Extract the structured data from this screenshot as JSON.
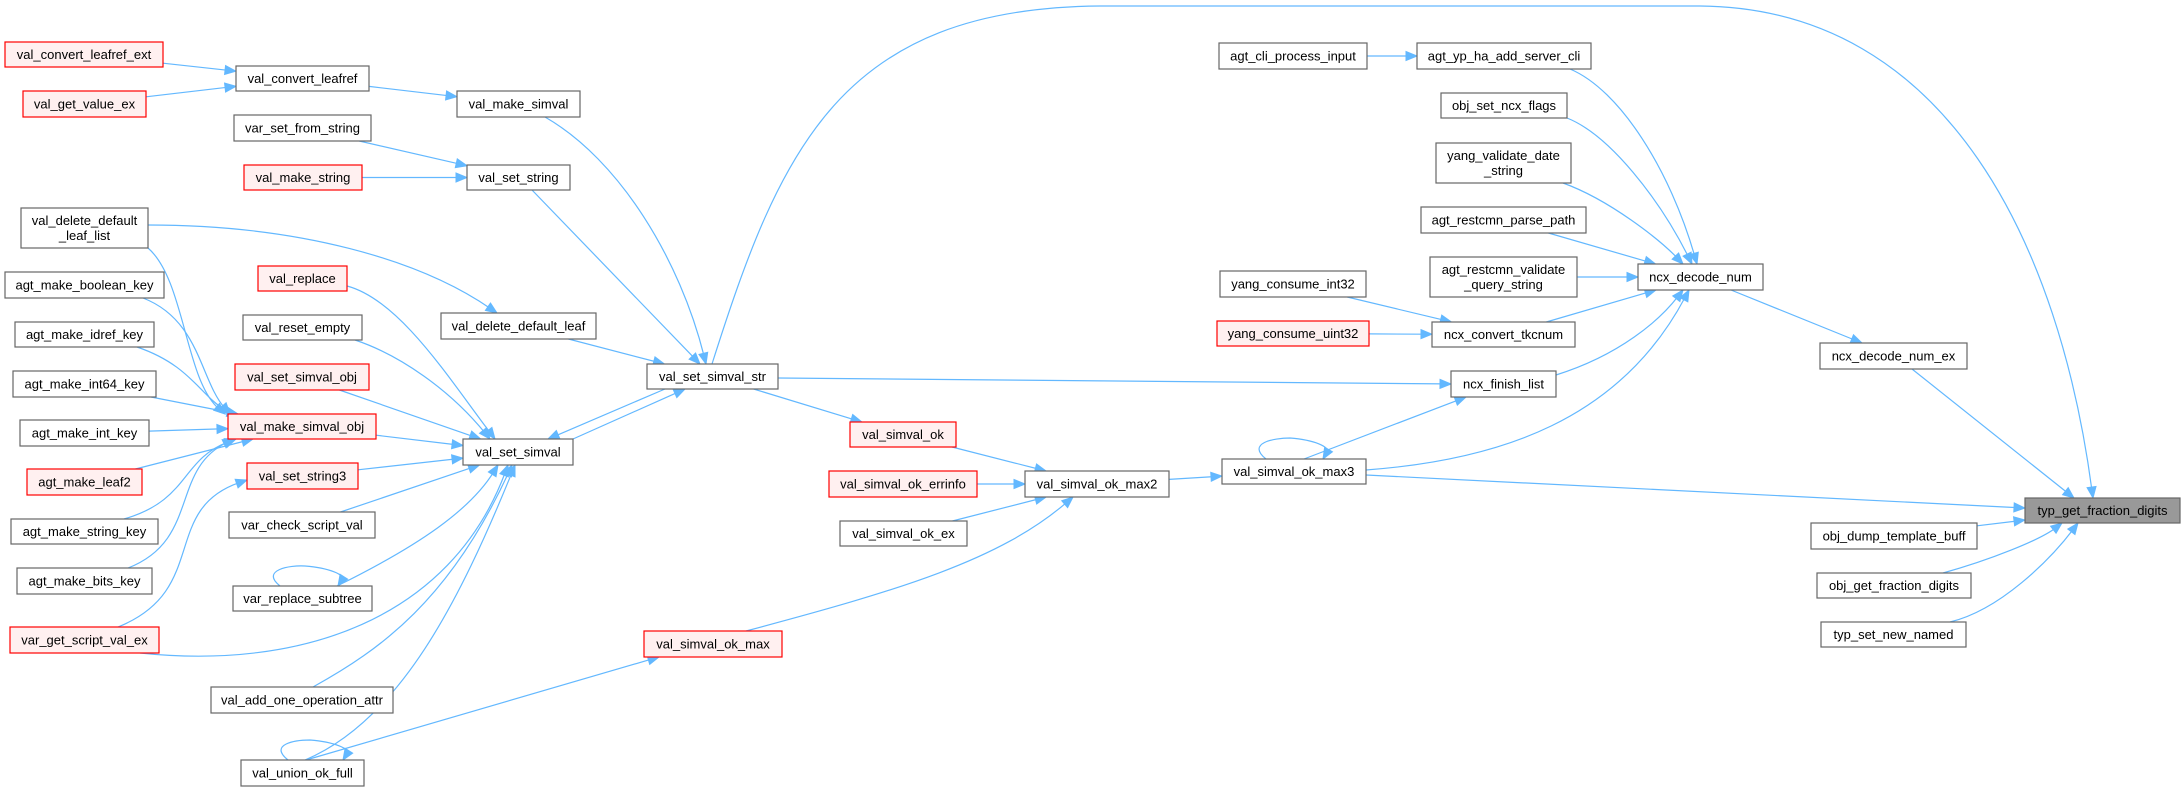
{
  "diagram": {
    "type": "call-graph",
    "focus_node": "typ_get_fraction_digits",
    "colors": {
      "edge": "#63B8FF",
      "node_border": "#666666",
      "node_fill": "#FFFFFF",
      "incomplete_border": "#FF0000",
      "incomplete_fill": "#FFF0F0",
      "focus_fill": "#999999"
    },
    "nodes": [
      {
        "id": "val_convert_leafref_ext",
        "label": [
          "val_convert_leafref_ext"
        ],
        "style": "incomplete"
      },
      {
        "id": "val_get_value_ex",
        "label": [
          "val_get_value_ex"
        ],
        "style": "incomplete"
      },
      {
        "id": "val_convert_leafref",
        "label": [
          "val_convert_leafref"
        ],
        "style": "normal"
      },
      {
        "id": "val_make_simval",
        "label": [
          "val_make_simval"
        ],
        "style": "normal"
      },
      {
        "id": "var_set_from_string",
        "label": [
          "var_set_from_string"
        ],
        "style": "normal"
      },
      {
        "id": "val_make_string",
        "label": [
          "val_make_string"
        ],
        "style": "incomplete"
      },
      {
        "id": "val_set_string",
        "label": [
          "val_set_string"
        ],
        "style": "normal"
      },
      {
        "id": "val_delete_default_leaf_list",
        "label": [
          "val_delete_default",
          "_leaf_list"
        ],
        "style": "normal"
      },
      {
        "id": "agt_make_boolean_key",
        "label": [
          "agt_make_boolean_key"
        ],
        "style": "normal"
      },
      {
        "id": "val_replace",
        "label": [
          "val_replace"
        ],
        "style": "incomplete"
      },
      {
        "id": "val_delete_default_leaf",
        "label": [
          "val_delete_default_leaf"
        ],
        "style": "normal"
      },
      {
        "id": "agt_make_idref_key",
        "label": [
          "agt_make_idref_key"
        ],
        "style": "normal"
      },
      {
        "id": "val_reset_empty",
        "label": [
          "val_reset_empty"
        ],
        "style": "normal"
      },
      {
        "id": "agt_make_int64_key",
        "label": [
          "agt_make_int64_key"
        ],
        "style": "normal"
      },
      {
        "id": "val_set_simval_obj",
        "label": [
          "val_set_simval_obj"
        ],
        "style": "incomplete"
      },
      {
        "id": "val_make_simval_obj",
        "label": [
          "val_make_simval_obj"
        ],
        "style": "incomplete"
      },
      {
        "id": "agt_make_int_key",
        "label": [
          "agt_make_int_key"
        ],
        "style": "normal"
      },
      {
        "id": "val_set_simval",
        "label": [
          "val_set_simval"
        ],
        "style": "normal"
      },
      {
        "id": "agt_make_leaf2",
        "label": [
          "agt_make_leaf2"
        ],
        "style": "incomplete"
      },
      {
        "id": "val_set_string3",
        "label": [
          "val_set_string3"
        ],
        "style": "incomplete"
      },
      {
        "id": "agt_make_string_key",
        "label": [
          "agt_make_string_key"
        ],
        "style": "normal"
      },
      {
        "id": "var_check_script_val",
        "label": [
          "var_check_script_val"
        ],
        "style": "normal"
      },
      {
        "id": "agt_make_bits_key",
        "label": [
          "agt_make_bits_key"
        ],
        "style": "normal"
      },
      {
        "id": "var_replace_subtree",
        "label": [
          "var_replace_subtree"
        ],
        "style": "normal"
      },
      {
        "id": "var_get_script_val_ex",
        "label": [
          "var_get_script_val_ex"
        ],
        "style": "incomplete"
      },
      {
        "id": "val_add_one_operation_attr",
        "label": [
          "val_add_one_operation_attr"
        ],
        "style": "normal"
      },
      {
        "id": "val_union_ok_full",
        "label": [
          "val_union_ok_full"
        ],
        "style": "normal"
      },
      {
        "id": "val_set_simval_str",
        "label": [
          "val_set_simval_str"
        ],
        "style": "normal"
      },
      {
        "id": "val_simval_ok",
        "label": [
          "val_simval_ok"
        ],
        "style": "incomplete"
      },
      {
        "id": "val_simval_ok_errinfo",
        "label": [
          "val_simval_ok_errinfo"
        ],
        "style": "incomplete"
      },
      {
        "id": "val_simval_ok_max2",
        "label": [
          "val_simval_ok_max2"
        ],
        "style": "normal"
      },
      {
        "id": "val_simval_ok_ex",
        "label": [
          "val_simval_ok_ex"
        ],
        "style": "normal"
      },
      {
        "id": "val_simval_ok_max",
        "label": [
          "val_simval_ok_max"
        ],
        "style": "incomplete"
      },
      {
        "id": "agt_cli_process_input",
        "label": [
          "agt_cli_process_input"
        ],
        "style": "normal"
      },
      {
        "id": "agt_yp_ha_add_server_cli",
        "label": [
          "agt_yp_ha_add_server_cli"
        ],
        "style": "normal"
      },
      {
        "id": "obj_set_ncx_flags",
        "label": [
          "obj_set_ncx_flags"
        ],
        "style": "normal"
      },
      {
        "id": "yang_validate_date_string",
        "label": [
          "yang_validate_date",
          "_string"
        ],
        "style": "normal"
      },
      {
        "id": "agt_restcmn_parse_path",
        "label": [
          "agt_restcmn_parse_path"
        ],
        "style": "normal"
      },
      {
        "id": "agt_restcmn_validate_query_string",
        "label": [
          "agt_restcmn_validate",
          "_query_string"
        ],
        "style": "normal"
      },
      {
        "id": "ncx_decode_num",
        "label": [
          "ncx_decode_num"
        ],
        "style": "normal"
      },
      {
        "id": "yang_consume_int32",
        "label": [
          "yang_consume_int32"
        ],
        "style": "normal"
      },
      {
        "id": "yang_consume_uint32",
        "label": [
          "yang_consume_uint32"
        ],
        "style": "incomplete"
      },
      {
        "id": "ncx_convert_tkcnum",
        "label": [
          "ncx_convert_tkcnum"
        ],
        "style": "normal"
      },
      {
        "id": "ncx_finish_list",
        "label": [
          "ncx_finish_list"
        ],
        "style": "normal"
      },
      {
        "id": "val_simval_ok_max3",
        "label": [
          "val_simval_ok_max3"
        ],
        "style": "normal"
      },
      {
        "id": "ncx_decode_num_ex",
        "label": [
          "ncx_decode_num_ex"
        ],
        "style": "normal"
      },
      {
        "id": "typ_get_fraction_digits",
        "label": [
          "typ_get_fraction_digits"
        ],
        "style": "focus"
      },
      {
        "id": "obj_dump_template_buff",
        "label": [
          "obj_dump_template_buff"
        ],
        "style": "normal"
      },
      {
        "id": "obj_get_fraction_digits",
        "label": [
          "obj_get_fraction_digits"
        ],
        "style": "normal"
      },
      {
        "id": "typ_set_new_named",
        "label": [
          "typ_set_new_named"
        ],
        "style": "normal"
      }
    ],
    "edges": [
      {
        "from": "val_convert_leafref_ext",
        "to": "val_convert_leafref"
      },
      {
        "from": "val_get_value_ex",
        "to": "val_convert_leafref"
      },
      {
        "from": "val_convert_leafref",
        "to": "val_make_simval"
      },
      {
        "from": "val_make_simval",
        "to": "val_set_simval_str"
      },
      {
        "from": "var_set_from_string",
        "to": "val_set_string"
      },
      {
        "from": "val_make_string",
        "to": "val_set_string"
      },
      {
        "from": "val_set_string",
        "to": "val_set_simval_str"
      },
      {
        "from": "val_delete_default_leaf_list",
        "to": "val_delete_default_leaf"
      },
      {
        "from": "val_delete_default_leaf_list",
        "to": "val_make_simval_obj"
      },
      {
        "from": "val_delete_default_leaf",
        "to": "val_set_simval_str"
      },
      {
        "from": "agt_make_boolean_key",
        "to": "val_make_simval_obj"
      },
      {
        "from": "agt_make_idref_key",
        "to": "val_make_simval_obj"
      },
      {
        "from": "agt_make_int64_key",
        "to": "val_make_simval_obj"
      },
      {
        "from": "agt_make_int_key",
        "to": "val_make_simval_obj"
      },
      {
        "from": "agt_make_leaf2",
        "to": "val_make_simval_obj"
      },
      {
        "from": "agt_make_string_key",
        "to": "val_make_simval_obj"
      },
      {
        "from": "agt_make_bits_key",
        "to": "val_make_simval_obj"
      },
      {
        "from": "var_get_script_val_ex",
        "to": "val_set_string3"
      },
      {
        "from": "var_get_script_val_ex",
        "to": "val_set_simval"
      },
      {
        "from": "val_replace",
        "to": "val_set_simval"
      },
      {
        "from": "val_reset_empty",
        "to": "val_set_simval"
      },
      {
        "from": "val_set_simval_obj",
        "to": "val_set_simval"
      },
      {
        "from": "val_make_simval_obj",
        "to": "val_set_simval"
      },
      {
        "from": "val_set_string3",
        "to": "val_set_simval"
      },
      {
        "from": "var_check_script_val",
        "to": "val_set_simval"
      },
      {
        "from": "var_replace_subtree",
        "to": "val_set_simval"
      },
      {
        "from": "var_replace_subtree",
        "to": "var_replace_subtree"
      },
      {
        "from": "val_add_one_operation_attr",
        "to": "val_set_simval"
      },
      {
        "from": "val_union_ok_full",
        "to": "val_set_simval"
      },
      {
        "from": "val_union_ok_full",
        "to": "val_union_ok_full"
      },
      {
        "from": "val_union_ok_full",
        "to": "val_simval_ok_max"
      },
      {
        "from": "val_set_simval",
        "to": "val_set_simval_str"
      },
      {
        "from": "val_set_simval_str",
        "to": "val_set_simval"
      },
      {
        "from": "val_set_simval_str",
        "to": "typ_get_fraction_digits"
      },
      {
        "from": "val_set_simval_str",
        "to": "ncx_finish_list"
      },
      {
        "from": "val_set_simval_str",
        "to": "val_simval_ok"
      },
      {
        "from": "val_simval_ok",
        "to": "val_simval_ok_max2"
      },
      {
        "from": "val_simval_ok_errinfo",
        "to": "val_simval_ok_max2"
      },
      {
        "from": "val_simval_ok_ex",
        "to": "val_simval_ok_max2"
      },
      {
        "from": "val_simval_ok_max",
        "to": "val_simval_ok_max2"
      },
      {
        "from": "val_simval_ok_max2",
        "to": "val_simval_ok_max3"
      },
      {
        "from": "val_simval_ok_max3",
        "to": "val_simval_ok_max3"
      },
      {
        "from": "val_simval_ok_max3",
        "to": "ncx_finish_list"
      },
      {
        "from": "val_simval_ok_max3",
        "to": "ncx_decode_num"
      },
      {
        "from": "val_simval_ok_max3",
        "to": "typ_get_fraction_digits"
      },
      {
        "from": "ncx_finish_list",
        "to": "ncx_decode_num"
      },
      {
        "from": "yang_consume_int32",
        "to": "ncx_convert_tkcnum"
      },
      {
        "from": "yang_consume_uint32",
        "to": "ncx_convert_tkcnum"
      },
      {
        "from": "ncx_convert_tkcnum",
        "to": "ncx_decode_num"
      },
      {
        "from": "agt_cli_process_input",
        "to": "agt_yp_ha_add_server_cli"
      },
      {
        "from": "agt_yp_ha_add_server_cli",
        "to": "ncx_decode_num"
      },
      {
        "from": "obj_set_ncx_flags",
        "to": "ncx_decode_num"
      },
      {
        "from": "yang_validate_date_string",
        "to": "ncx_decode_num"
      },
      {
        "from": "agt_restcmn_parse_path",
        "to": "ncx_decode_num"
      },
      {
        "from": "agt_restcmn_validate_query_string",
        "to": "ncx_decode_num"
      },
      {
        "from": "ncx_decode_num",
        "to": "ncx_decode_num_ex"
      },
      {
        "from": "ncx_decode_num_ex",
        "to": "typ_get_fraction_digits"
      },
      {
        "from": "obj_dump_template_buff",
        "to": "typ_get_fraction_digits"
      },
      {
        "from": "obj_get_fraction_digits",
        "to": "typ_get_fraction_digits"
      },
      {
        "from": "typ_set_new_named",
        "to": "typ_get_fraction_digits"
      }
    ]
  }
}
